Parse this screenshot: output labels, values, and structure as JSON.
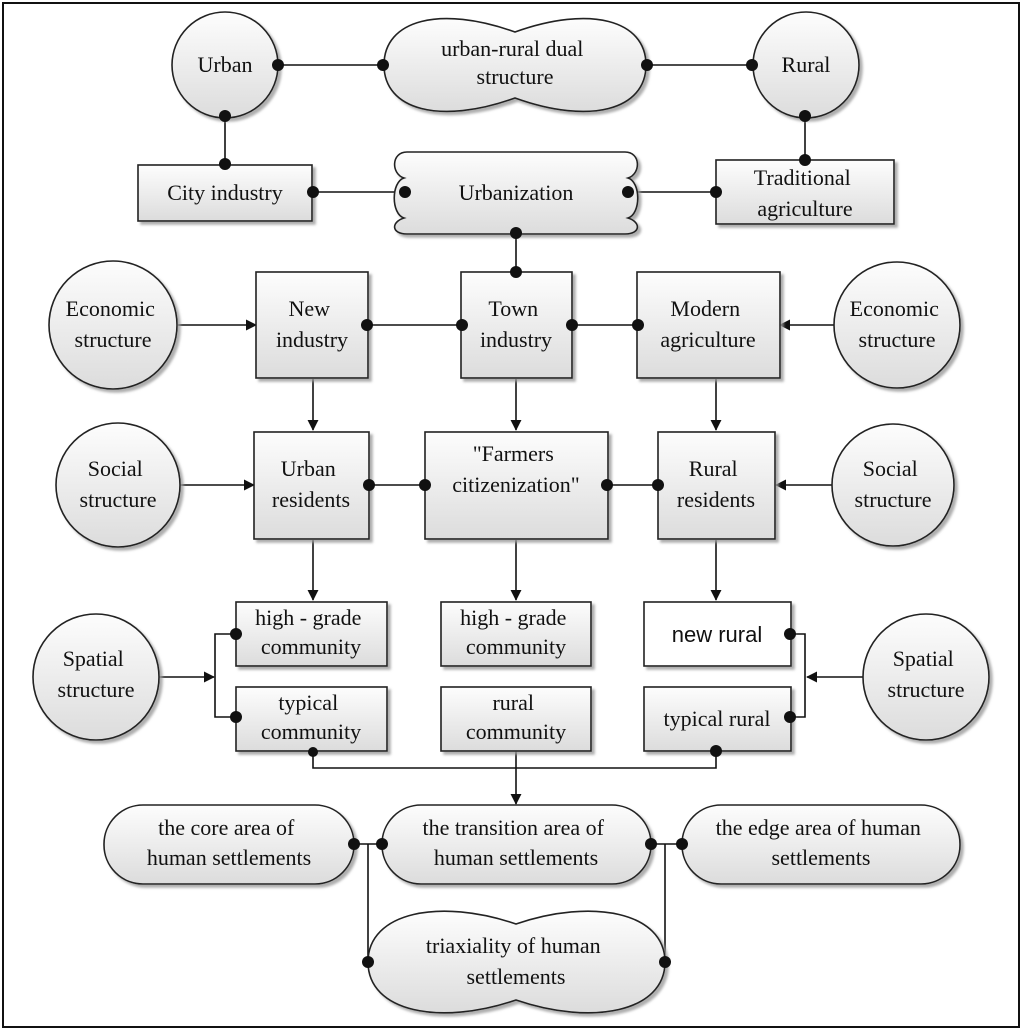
{
  "nodes": {
    "urban": [
      "Urban"
    ],
    "dual": [
      "urban-rural dual",
      "structure"
    ],
    "rural": [
      "Rural"
    ],
    "city_industry": [
      "City industry"
    ],
    "urbanization": [
      "Urbanization"
    ],
    "traditional_agriculture": [
      "Traditional",
      "agriculture"
    ],
    "economic_left": [
      "Economic",
      "structure"
    ],
    "new_industry": [
      "New",
      "industry"
    ],
    "town_industry": [
      "Town",
      "industry"
    ],
    "modern_agriculture": [
      "Modern",
      "agriculture"
    ],
    "economic_right": [
      "Economic",
      "structure"
    ],
    "social_left": [
      "Social",
      "structure"
    ],
    "urban_residents": [
      "Urban",
      "residents"
    ],
    "farmers_citizenization": [
      "\"Farmers",
      "citizenization\""
    ],
    "rural_residents": [
      "Rural",
      "residents"
    ],
    "social_right": [
      "Social",
      "structure"
    ],
    "high_grade_left": [
      "high - grade",
      "community"
    ],
    "high_grade_mid": [
      "high - grade",
      "community"
    ],
    "new_rural": [
      "new rural"
    ],
    "spatial_left": [
      "Spatial",
      "structure"
    ],
    "typical_community": [
      "typical",
      "community"
    ],
    "rural_community": [
      "rural",
      "community"
    ],
    "typical_rural": [
      "typical rural"
    ],
    "spatial_right": [
      "Spatial",
      "structure"
    ],
    "core_area": [
      "the core area of",
      "human settlements"
    ],
    "transition_area": [
      "the transition area of",
      "human settlements"
    ],
    "edge_area": [
      "the edge  area of human",
      "settlements"
    ],
    "triaxiality": [
      "triaxiality of human",
      "settlements"
    ]
  }
}
